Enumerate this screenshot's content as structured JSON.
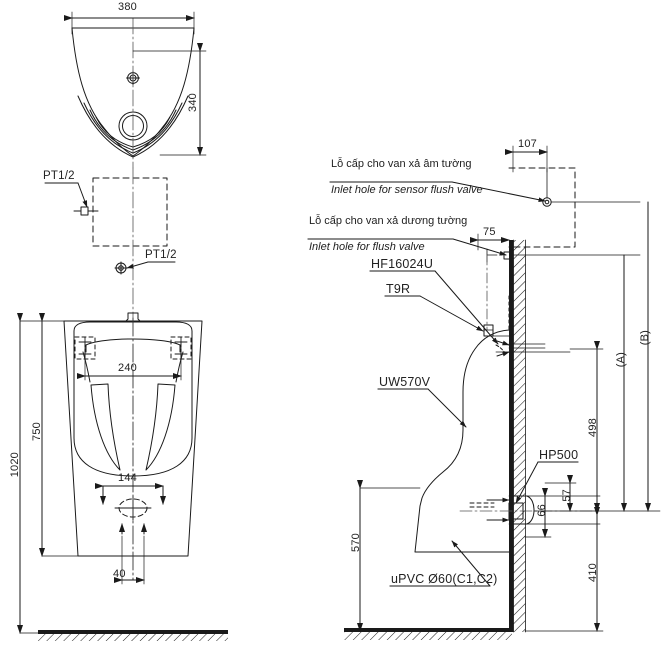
{
  "drawing": {
    "title": "TOTO UW570V urinal installation drawing",
    "line_color": "#1a1a1a",
    "hatch_color": "#1a1a1a"
  },
  "top_view": {
    "dim_width": "380",
    "dim_height": "340"
  },
  "front_view": {
    "dim_total_height": "1020",
    "dim_rim_height": "750",
    "dim_bolt_spacing": "240",
    "dim_mid_spacing": "144",
    "dim_outlet_spacing": "40",
    "supply_label_upper": "PT1/2",
    "supply_label_lower": "PT1/2"
  },
  "side_view": {
    "notes": [
      {
        "name": "sensor-flush-valve-inlet",
        "vn": "Lỗ cấp cho van xả âm tường",
        "en": "Inlet hole for sensor flush valve"
      },
      {
        "name": "flush-valve-inlet",
        "vn": "Lỗ cấp cho van xả dương tường",
        "en": "Inlet hole for flush valve"
      }
    ],
    "codes": {
      "trap_fitting": "HF16024U",
      "wall_bracket": "T9R",
      "urinal_model": "UW570V",
      "drain_fitting": "HP500",
      "waste_pipe": "uPVC Ø60(C1,C2)"
    },
    "dims": {
      "sensor_offset": "107",
      "valve_offset": "75",
      "rim_to_drain": "498",
      "drain_center_upper": "57",
      "drain_center_lower": "66",
      "floor_to_drain": "410",
      "floor_to_base": "570",
      "ref_a": "(A)",
      "ref_b": "(B)"
    }
  }
}
